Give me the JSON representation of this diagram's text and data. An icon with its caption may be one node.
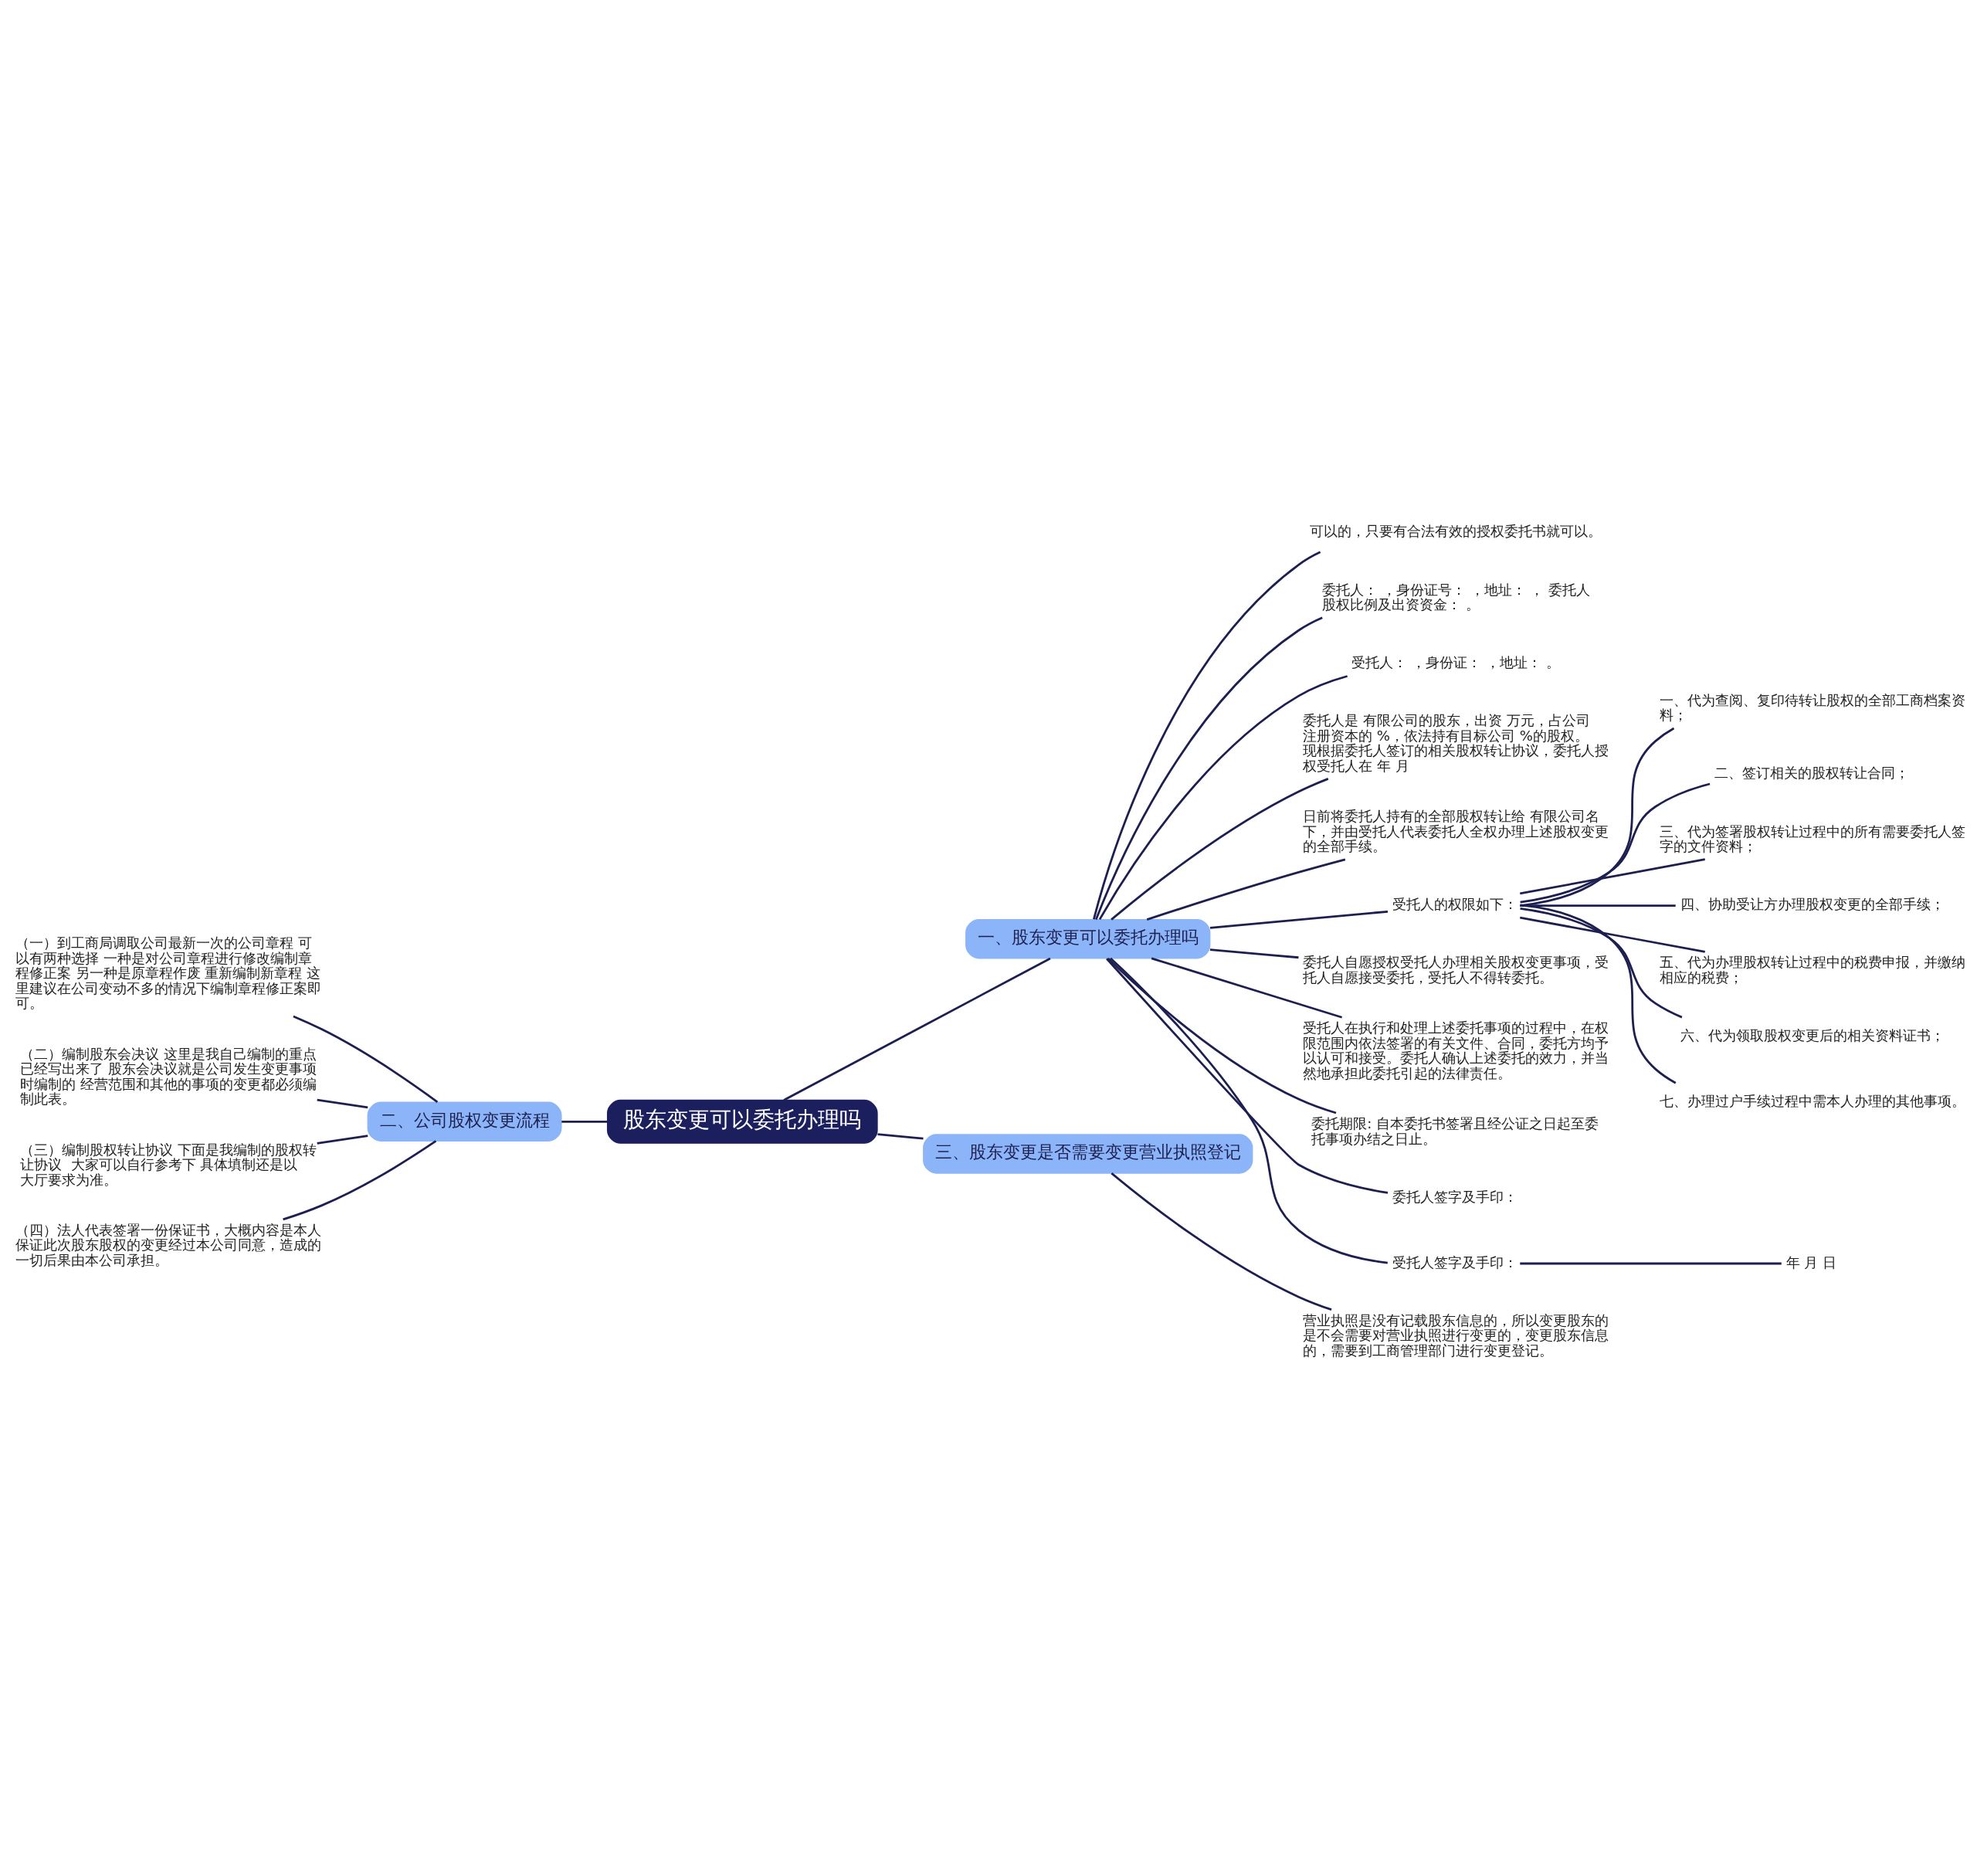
{
  "diagram": {
    "nodes": [
      {
        "text": [
          "股东变更可以委托办理吗"
        ]
      },
      {
        "text": [
          "一、股东变更可以委托办理吗"
        ]
      },
      {
        "text": [
          "可以的，只要有合法有效的授权委托书就可以。"
        ]
      },
      {
        "text": [
          "委托人： ，身份证号： ，地址： ， 委托人股权比例及出资资金： 。"
        ]
      },
      {
        "text": [
          "受托人： ，身份证： ，地址： 。"
        ]
      },
      {
        "text": [
          "委托人是 有限公司的股东，出资 万元，占公司注册资本的 %，依法持有目标公司 %的股权。现根据委托人签订的相关股权转让协议，委托人授权受托人在 年 月"
        ]
      },
      {
        "text": [
          "日前将委托人持有的全部股权转让给 有限公司名下，并由受托人代表委托人全权办理上述股权变更的全部手续。"
        ]
      },
      {
        "text": [
          "受托人的权限如下："
        ]
      },
      {
        "text": [
          "一、代为查阅、复印待转让股权的全部工商档案资料；"
        ]
      },
      {
        "text": [
          "二、签订相关的股权转让合同；"
        ]
      },
      {
        "text": [
          "三、代为签署股权转让过程中的所有需要委托人签字的文件资料；"
        ]
      },
      {
        "text": [
          "四、协助受让方办理股权变更的全部手续；"
        ]
      },
      {
        "text": [
          "五、代为办理股权转让过程中的税费申报，并缴纳相应的税费；"
        ]
      },
      {
        "text": [
          "六、代为领取股权变更后的相关资料证书；"
        ]
      },
      {
        "text": [
          "七、办理过户手续过程中需本人办理的其他事项。"
        ]
      },
      {
        "text": [
          "委托人自愿授权受托人办理相关股权变更事项，受托人自愿接受委托，受托人不得转委托。"
        ]
      },
      {
        "text": [
          "受托人在执行和处理上述委托事项的过程中，在权限范围内依法签署的有关文件、合同，委托方均予以认可和接受。委托人确认上述委托的效力，并当然地承担此委托引起的法律责任。"
        ]
      },
      {
        "text": [
          "委托期限: 自本委托书签署且经公证之日起至委托事项办结之日止。"
        ]
      },
      {
        "text": [
          "委托人签字及手印："
        ]
      },
      {
        "text": [
          "受托人签字及手印："
        ]
      },
      {
        "text": [
          "年 月 日"
        ]
      },
      {
        "text": [
          "三、股东变更是否需要变更营业执照登记"
        ]
      },
      {
        "text": [
          "营业执照是没有记载股东信息的，所以变更股东的是不会需要对营业执照进行变更的，变更股东信息的，需要到工商管理部门进行变更登记。"
        ]
      },
      {
        "text": [
          "二、公司股权变更流程"
        ]
      },
      {
        "text": [
          "（一）到工商局调取公司最新一次的公司章程 可以有两种选择 一种是对公司章程进行修改编制章程修正案 另一种是原章程作废 重新编制新章程 这里建议在公司变动不多的情况下编制章程修正案即可。"
        ]
      },
      {
        "text": [
          "（二）编制股东会决议 这里是我自己编制的重点已经写出来了 股东会决议就是公司发生变更事项时编制的 经营范围和其他的事项的变更都必须编制此表。"
        ]
      },
      {
        "text": [
          "（三）编制股权转让协议 下面是我编制的股权转让协议  大家可以自行参考下 具体填制还是以大厅要求为准。"
        ]
      },
      {
        "text": [
          "（四）法人代表签署一份保证书，大概内容是本人保证此次股东股权的变更经过本公司同意，造成的一切后果由本公司承担。"
        ]
      }
    ],
    "edges": [
      {
        "from": 0,
        "to": 1,
        "arrow": "none"
      },
      {
        "from": 1,
        "to": 2,
        "arrow": "none"
      },
      {
        "from": 1,
        "to": 3,
        "arrow": "none"
      },
      {
        "from": 1,
        "to": 4,
        "arrow": "none"
      },
      {
        "from": 1,
        "to": 5,
        "arrow": "none"
      },
      {
        "from": 1,
        "to": 6,
        "arrow": "none"
      },
      {
        "from": 1,
        "to": 7,
        "arrow": "none"
      },
      {
        "from": 7,
        "to": 8,
        "arrow": "none"
      },
      {
        "from": 7,
        "to": 9,
        "arrow": "none"
      },
      {
        "from": 7,
        "to": 10,
        "arrow": "none"
      },
      {
        "from": 7,
        "to": 11,
        "arrow": "none"
      },
      {
        "from": 7,
        "to": 12,
        "arrow": "none"
      },
      {
        "from": 7,
        "to": 13,
        "arrow": "none"
      },
      {
        "from": 7,
        "to": 14,
        "arrow": "none"
      },
      {
        "from": 1,
        "to": 15,
        "arrow": "none"
      },
      {
        "from": 1,
        "to": 16,
        "arrow": "none"
      },
      {
        "from": 1,
        "to": 17,
        "arrow": "none"
      },
      {
        "from": 1,
        "to": 18,
        "arrow": "none"
      },
      {
        "from": 1,
        "to": 19,
        "arrow": "none"
      },
      {
        "from": 19,
        "to": 20,
        "arrow": "none"
      },
      {
        "from": 0,
        "to": 21,
        "arrow": "none"
      },
      {
        "from": 21,
        "to": 22,
        "arrow": "none"
      },
      {
        "from": 0,
        "to": 23,
        "arrow": "none"
      },
      {
        "from": 23,
        "to": 24,
        "arrow": "none"
      },
      {
        "from": 23,
        "to": 25,
        "arrow": "none"
      },
      {
        "from": 23,
        "to": 26,
        "arrow": "none"
      },
      {
        "from": 23,
        "to": 27,
        "arrow": "none"
      }
    ]
  }
}
